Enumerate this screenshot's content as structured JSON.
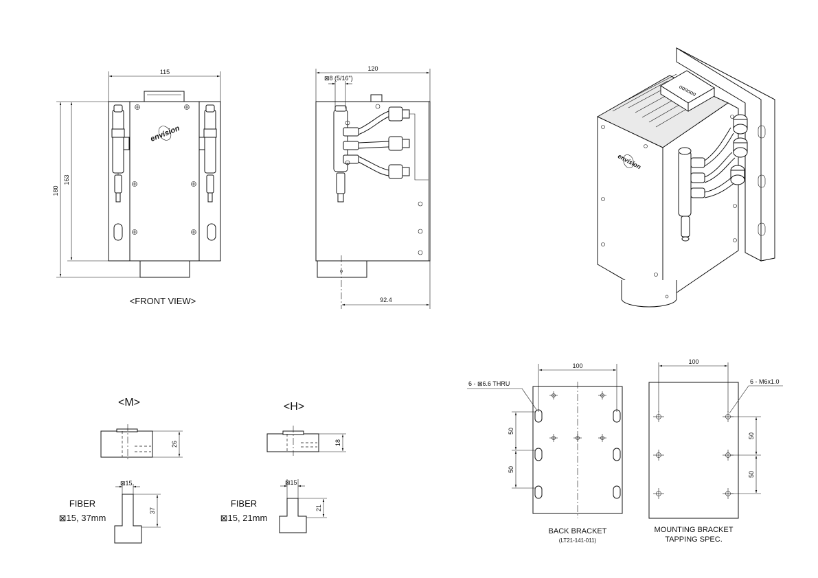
{
  "front_view": {
    "dim_width": "115",
    "dim_height_outer": "180",
    "dim_height_inner": "163",
    "logo_text": "envision",
    "caption": "<FRONT VIEW>"
  },
  "side_view": {
    "dim_width": "120",
    "dim_fitting": "⊠8 (5/16\")",
    "dim_offset": "92.4"
  },
  "variant_m": {
    "title": "<M>",
    "dim_height": "26",
    "fiber_square": "⊠15",
    "fiber_length": "37",
    "fiber_label": "FIBER",
    "fiber_spec": "⊠15, 37mm"
  },
  "variant_h": {
    "title": "<H>",
    "dim_height": "18",
    "fiber_square": "⊠15",
    "fiber_length": "21",
    "fiber_label": "FIBER",
    "fiber_spec": "⊠15, 21mm"
  },
  "back_bracket": {
    "dim_width": "100",
    "dim_pitch_1": "50",
    "dim_pitch_2": "50",
    "hole_callout": "6 - ⊠6.6 THRU",
    "caption": "BACK BRACKET",
    "part_number": "(LT21-141-011)"
  },
  "mounting_bracket": {
    "dim_width": "100",
    "dim_pitch_1": "50",
    "dim_pitch_2": "50",
    "hole_callout": "6 - M6x1.0",
    "caption_line1": "MOUNTING BRACKET",
    "caption_line2": "TAPPING SPEC."
  },
  "iso_view": {
    "logo_text": "envision"
  }
}
